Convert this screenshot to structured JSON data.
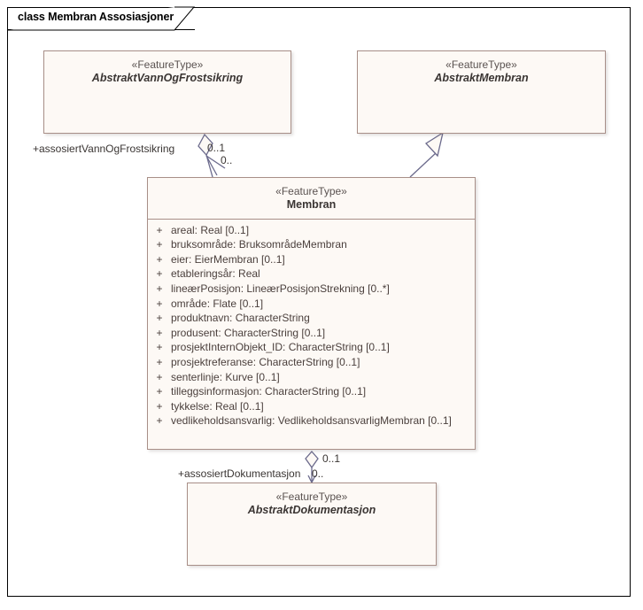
{
  "diagram": {
    "title": "class Membran Assosiasjoner",
    "colors": {
      "class_fill": "#FDF9F5",
      "class_border": "#A88F88",
      "connector": "#6B6A8C",
      "frame": "#000000",
      "text": "#3A3533"
    }
  },
  "classes": {
    "abstrakt_vann_og_frostsikring": {
      "stereotype": "«FeatureType»",
      "name": "AbstraktVannOgFrostsikring",
      "abstract": true
    },
    "abstrakt_membran": {
      "stereotype": "«FeatureType»",
      "name": "AbstraktMembran",
      "abstract": true
    },
    "membran": {
      "stereotype": "«FeatureType»",
      "name": "Membran",
      "abstract": false,
      "attributes": [
        {
          "visibility": "+",
          "text": "areal: Real [0..1]"
        },
        {
          "visibility": "+",
          "text": "bruksområde: BruksområdeMembran"
        },
        {
          "visibility": "+",
          "text": "eier: EierMembran [0..1]"
        },
        {
          "visibility": "+",
          "text": "etableringsår: Real"
        },
        {
          "visibility": "+",
          "text": "lineærPosisjon: LineærPosisjonStrekning [0..*]"
        },
        {
          "visibility": "+",
          "text": "område: Flate [0..1]"
        },
        {
          "visibility": "+",
          "text": "produktnavn: CharacterString"
        },
        {
          "visibility": "+",
          "text": "produsent: CharacterString [0..1]"
        },
        {
          "visibility": "+",
          "text": "prosjektInternObjekt_ID: CharacterString [0..1]"
        },
        {
          "visibility": "+",
          "text": "prosjektreferanse: CharacterString [0..1]"
        },
        {
          "visibility": "+",
          "text": "senterlinje: Kurve [0..1]"
        },
        {
          "visibility": "+",
          "text": "tilleggsinformasjon: CharacterString [0..1]"
        },
        {
          "visibility": "+",
          "text": "tykkelse: Real [0..1]"
        },
        {
          "visibility": "+",
          "text": "vedlikeholdsansvarlig: VedlikeholdsansvarligMembran [0..1]"
        }
      ]
    },
    "abstrakt_dokumentasjon": {
      "stereotype": "«FeatureType»",
      "name": "AbstraktDokumentasjon",
      "abstract": true
    }
  },
  "connectors": {
    "vann_og_frostsikring": {
      "role_label": "+assosiertVannOgFrostsikring",
      "source_multiplicity": "0..1",
      "target_multiplicity": "0.."
    },
    "dokumentasjon": {
      "role_label": "+assosiertDokumentasjon",
      "source_multiplicity": "0..1",
      "target_multiplicity": "0.."
    },
    "generalization": {
      "kind": "generalization-arrow"
    }
  }
}
